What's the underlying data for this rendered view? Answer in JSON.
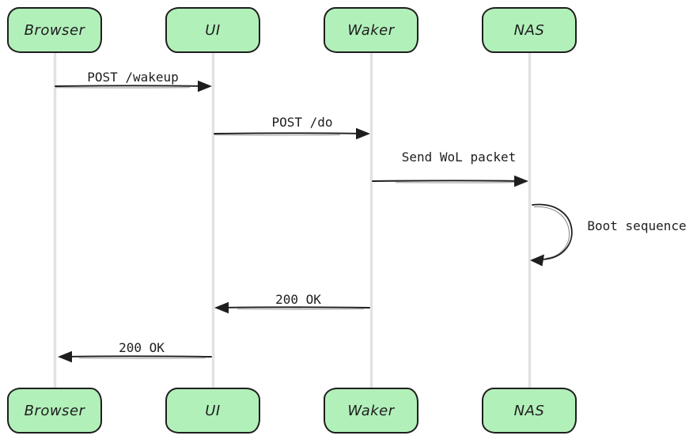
{
  "diagram": {
    "kind": "sequence-diagram",
    "style": "hand-drawn",
    "colors": {
      "actor_fill": "#b2f0ba",
      "actor_stroke": "#1e1e1e",
      "lifeline": "#e2e2e2",
      "arrow": "#1e1e1e",
      "background": "#ffffff"
    }
  },
  "actors": [
    {
      "label": "Browser"
    },
    {
      "label": "UI"
    },
    {
      "label": "Waker"
    },
    {
      "label": "NAS"
    }
  ],
  "messages": [
    {
      "label": "POST /wakeup",
      "from": "Browser",
      "to": "UI"
    },
    {
      "label": "POST /do",
      "from": "UI",
      "to": "Waker"
    },
    {
      "label": "Send WoL packet",
      "from": "Waker",
      "to": "NAS"
    },
    {
      "label": "Boot sequence",
      "from": "NAS",
      "to": "NAS",
      "self_message": true
    },
    {
      "label": "200 OK",
      "from": "Waker",
      "to": "UI"
    },
    {
      "label": "200 OK",
      "from": "UI",
      "to": "Browser"
    }
  ]
}
